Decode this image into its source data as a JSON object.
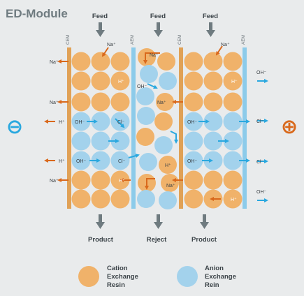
{
  "title": "ED-Module",
  "flows": {
    "inlets": [
      "Feed",
      "Feed",
      "Feed"
    ],
    "outlets": [
      "Product",
      "Reject",
      "Product"
    ]
  },
  "membranes": [
    "CEM",
    "AEM",
    "CEM",
    "AEM"
  ],
  "electrodes": {
    "cathode": "⊖",
    "anode": "⊕"
  },
  "ions": {
    "na": "Na⁺",
    "h": "H⁺",
    "oh": "OH⁻",
    "cl": "Cl⁻"
  },
  "legend": {
    "cation": [
      "Cation",
      "Exchange",
      "Resin"
    ],
    "anion": [
      "Anion",
      "Exchange",
      "Rein"
    ]
  },
  "colors": {
    "background": "#e9ebec",
    "cation_resin": "#f0b26a",
    "anion_resin": "#a3d2ec",
    "cem": "#e0a156",
    "aem": "#8ccbea",
    "cation_arrow": "#d9691c",
    "anion_arrow": "#2aa8df",
    "flow_arrow": "#6f7b80",
    "cathode": "#2aa8df",
    "anode": "#d9691c"
  }
}
